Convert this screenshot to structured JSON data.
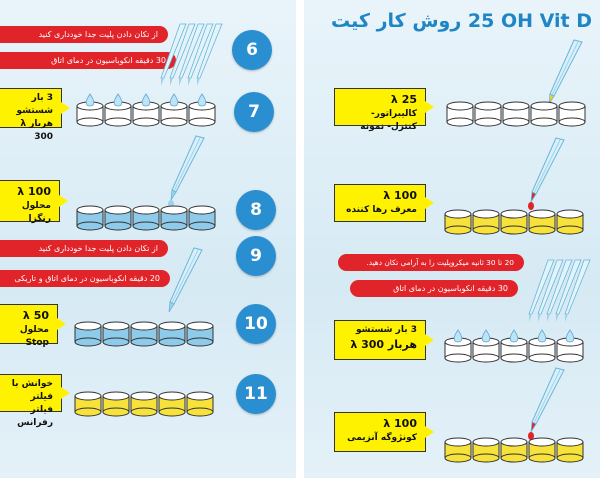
{
  "right_panel": {
    "title_prefix": "روش کار کیت",
    "title_main": "25 OH Vit D",
    "steps": [
      {
        "volume": "25 λ",
        "text": "کالیبراتور- کنترل- نمونه"
      },
      {
        "volume": "100 λ",
        "text": "معرف رها کننده"
      },
      {
        "notes": [
          "20 تا 30 ثانیه میکروپلیت را به آرامی تکان دهید.",
          "30 دقیقه انکوباسیون در دمای اتاق"
        ]
      },
      {
        "line1": "3 بار شستشو",
        "line2": "هربار λ 300"
      },
      {
        "volume": "100 λ",
        "text": "کونژوگه آنزیمی"
      }
    ]
  },
  "left_panel": {
    "steps": [
      {
        "number": "6",
        "notes": [
          "از تکان دادن پلیت جدا خودداری کنید",
          "30 دقیقه انکوباسیون در دمای اتاق"
        ]
      },
      {
        "number": "7",
        "line1": "3 بار شستشو",
        "line2": "هربار λ 300"
      },
      {
        "number": "8",
        "volume": "100 λ",
        "text": "محلول رنگزا"
      },
      {
        "number": "9",
        "notes": [
          "از تکان دادن پلیت جدا خودداری کنید",
          "20 دقیقه انکوباسیون در دمای اتاق و تاریکی"
        ]
      },
      {
        "number": "10",
        "volume": "50 λ",
        "text": "محلول Stop"
      },
      {
        "number": "11",
        "line1": "خوانش با فیلتر",
        "line2": "فیلتر رفرانس"
      }
    ]
  },
  "colors": {
    "blue": "#2a8fd0",
    "red": "#e1242a",
    "yellow": "#fff200",
    "well_yellow": "#f6e23a",
    "well_blue": "#8ecbea"
  }
}
